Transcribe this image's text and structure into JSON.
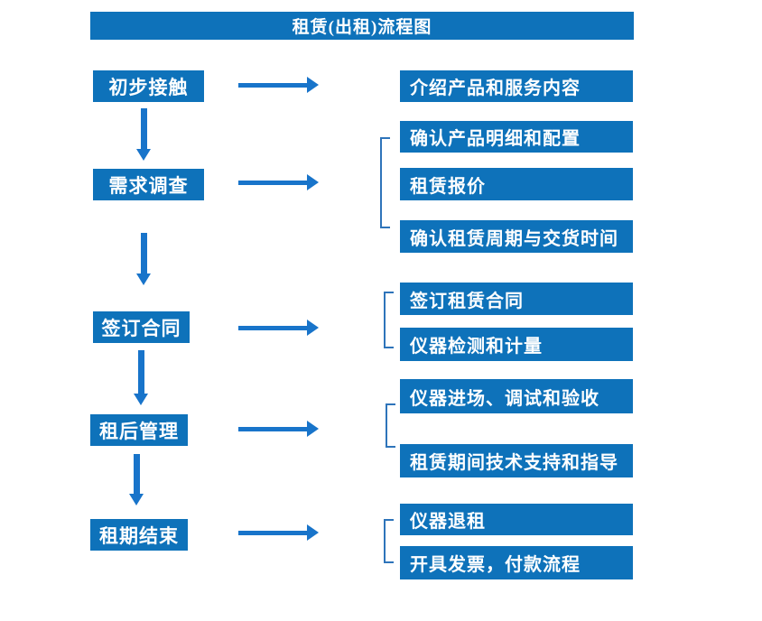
{
  "title": "租赁(出租)流程图",
  "flow": {
    "steps": [
      {
        "label": "初步接触",
        "outputs": [
          "介绍产品和服务内容"
        ]
      },
      {
        "label": "需求调查",
        "outputs": [
          "确认产品明细和配置",
          "租赁报价",
          "确认租赁周期与交货时间"
        ]
      },
      {
        "label": "签订合同",
        "outputs": [
          "签订租赁合同",
          "仪器检测和计量"
        ]
      },
      {
        "label": "租后管理",
        "outputs": [
          "仪器进场、调试和验收",
          "租赁期间技术支持和指导"
        ]
      },
      {
        "label": "租期结束",
        "outputs": [
          "仪器退租",
          "开具发票，付款流程"
        ]
      }
    ]
  },
  "colors": {
    "box_blue": "#0e72ba",
    "arrow_blue": "#1874ca",
    "bracket_blue": "#2e74ba",
    "text_white": "#ffffff",
    "background": "#ffffff"
  }
}
